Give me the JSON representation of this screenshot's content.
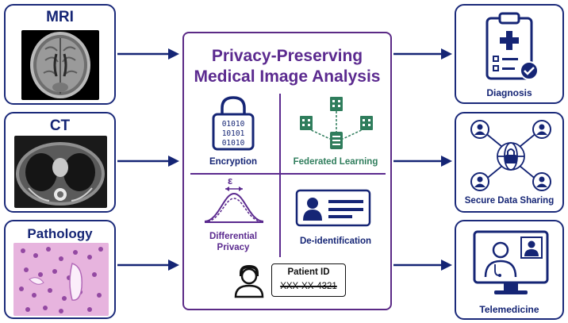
{
  "inputs": [
    {
      "label": "MRI"
    },
    {
      "label": "CT"
    },
    {
      "label": "Pathology"
    }
  ],
  "center": {
    "title_line1": "Privacy-Preserving",
    "title_line2": "Medical Image Analysis",
    "encryption": {
      "label": "Encryption",
      "bits": [
        "01010",
        "10101",
        "01010"
      ]
    },
    "federated": {
      "label": "Federated Learning"
    },
    "differential": {
      "label_line1": "Differential",
      "label_line2": "Privacy",
      "symbol": "ε"
    },
    "deid": {
      "label": "De-identification"
    },
    "patient": {
      "label": "Patient ID",
      "id": "XXX-XX-4321"
    }
  },
  "outputs": [
    {
      "label": "Diagnosis"
    },
    {
      "label": "Secure Data Sharing"
    },
    {
      "label": "Telemedicine"
    }
  ],
  "colors": {
    "navy": "#152575",
    "purple": "#5b2a8f",
    "green": "#2f7d5c"
  }
}
